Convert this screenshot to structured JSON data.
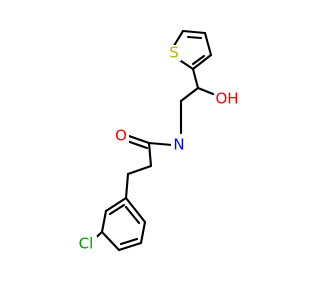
{
  "molecule": {
    "atoms": {
      "sulfur": {
        "symbol": "S",
        "color": "#b8b800"
      },
      "hydroxyl": {
        "symbol": "OH",
        "color": "#ff0000"
      },
      "amide_nitrogen": {
        "symbol": "N",
        "color": "#0000ff"
      },
      "carbonyl_oxygen": {
        "symbol": "O",
        "color": "#ff0000"
      },
      "chlorine": {
        "symbol": "Cl",
        "color": "#00a000"
      }
    },
    "bond_color": "#000000",
    "background": "#ffffff"
  }
}
